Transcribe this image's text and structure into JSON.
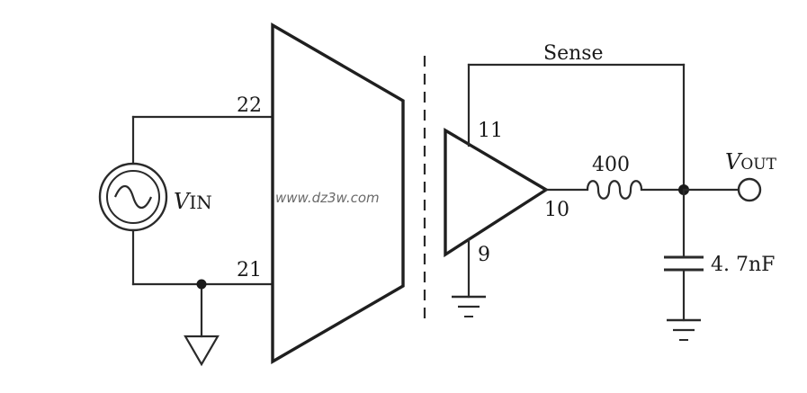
{
  "labels": {
    "sense": "Sense",
    "pin22": "22",
    "pin21": "21",
    "pin11": "11",
    "pin10": "10",
    "pin9": "9",
    "resistor": "400",
    "capacitor": "4. 7nF",
    "vin_letter": "V",
    "vin_sub": "IN",
    "vout_letter": "V",
    "vout_sub": "OUT"
  },
  "watermark": "www.dz3w.com"
}
